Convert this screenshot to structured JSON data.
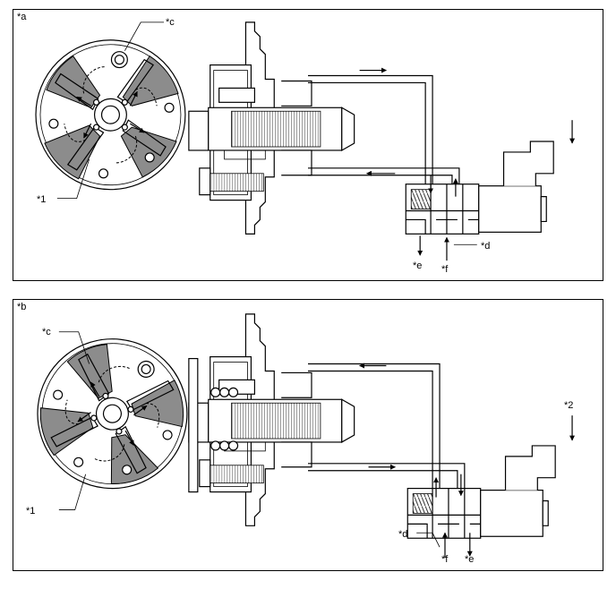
{
  "panels": [
    {
      "tag": "*a",
      "callouts": {
        "c": "*c",
        "one": "*1",
        "d": "*d",
        "e": "*e",
        "f": "*f"
      }
    },
    {
      "tag": "*b",
      "callouts": {
        "c": "*c",
        "one": "*1",
        "two": "*2",
        "d": "*d",
        "e": "*e",
        "f": "*f"
      }
    }
  ]
}
